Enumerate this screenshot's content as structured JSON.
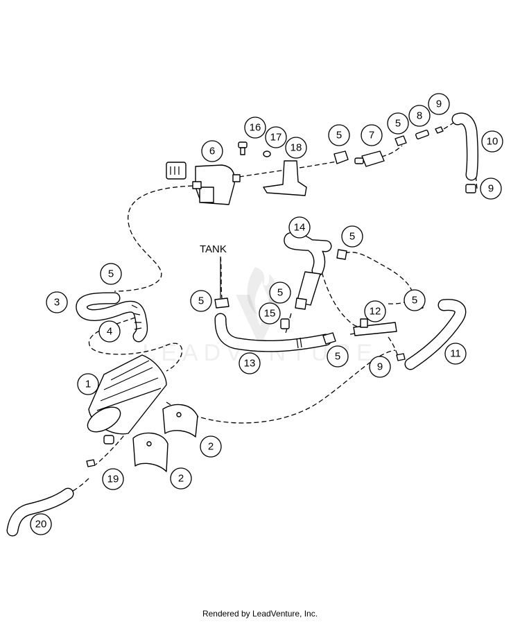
{
  "watermark": "LEADVENTURE",
  "tank_label": "TANK",
  "footer": "Rendered by LeadVenture, Inc.",
  "callouts": [
    "1",
    "2",
    "2",
    "3",
    "4",
    "5",
    "5",
    "5",
    "5",
    "5",
    "5",
    "5",
    "6",
    "7",
    "8",
    "9",
    "9",
    "9",
    "10",
    "11",
    "12",
    "13",
    "14",
    "15",
    "16",
    "17",
    "18",
    "19",
    "20"
  ]
}
